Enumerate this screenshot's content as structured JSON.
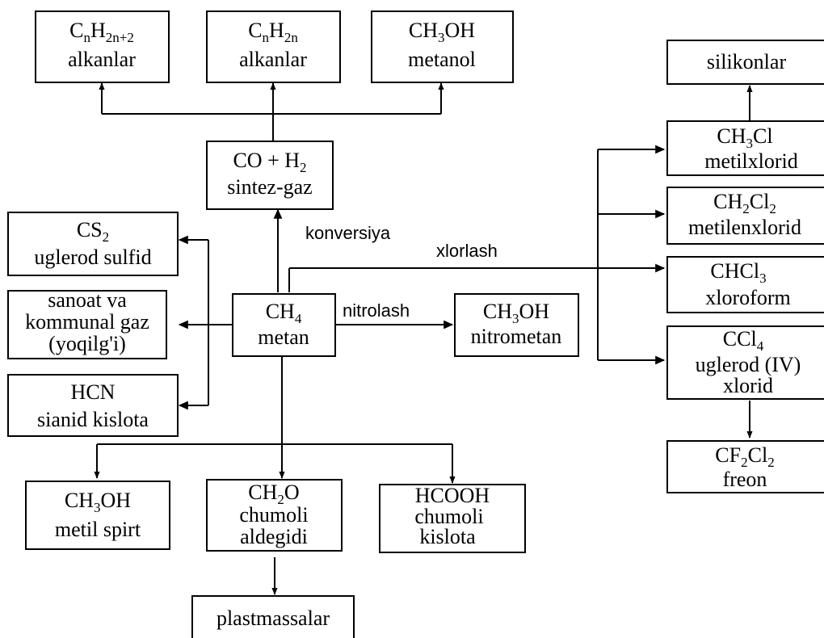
{
  "nodes": {
    "alkanes": {
      "formula": {
        "a": "C",
        "a_sub": "n",
        "b": "H",
        "b_sub": "2n+2"
      },
      "label": "alkanlar"
    },
    "alkenes": {
      "formula": {
        "a": "C",
        "a_sub": "n",
        "b": "H",
        "b_sub": "2n"
      },
      "label": "alkanlar"
    },
    "methanol_top": {
      "formula": {
        "a": "CH",
        "a_sub": "3",
        "b": "OH"
      },
      "label": "metanol"
    },
    "syngas": {
      "formula": {
        "a": "CO + H",
        "a_sub": "2"
      },
      "label": "sintez-gaz"
    },
    "cs2": {
      "formula": {
        "a": "CS",
        "a_sub": "2"
      },
      "label": "uglerod sulfid"
    },
    "fuel_gas": {
      "line1": "sanoat va",
      "line2": "kommunal gaz",
      "line3": "(yoqilg'i)"
    },
    "hcn": {
      "line1": "HCN",
      "line2": "sianid kislota"
    },
    "methane": {
      "formula": {
        "a": "CH",
        "a_sub": "4"
      },
      "label": "metan"
    },
    "nitromethane": {
      "formula": {
        "a": "CH",
        "a_sub": "3",
        "b": "OH"
      },
      "label": "nitrometan"
    },
    "methyl_alcohol": {
      "formula": {
        "a": "CH",
        "a_sub": "3",
        "b": "OH"
      },
      "label": "metil spirt"
    },
    "formaldehyde": {
      "formula": {
        "a": "CH",
        "a_sub": "2",
        "b": "O"
      },
      "label1": "chumoli",
      "label2": "aldegidi"
    },
    "formic_acid": {
      "line1": "HCOOH",
      "label1": "chumoli",
      "label2": "kislota"
    },
    "plastics": {
      "label": "plastmassalar"
    },
    "silicones": {
      "label": "silikonlar"
    },
    "ch3cl": {
      "formula": {
        "a": "CH",
        "a_sub": "3",
        "b": "Cl"
      },
      "label": "metilxlorid"
    },
    "ch2cl2": {
      "formula": {
        "a": "CH",
        "a_sub": "2",
        "b": "Cl",
        "b_sub": "2"
      },
      "label": "metilenxlorid"
    },
    "chcl3": {
      "formula": {
        "a": "CHCl",
        "a_sub": "3"
      },
      "label": "xloroform"
    },
    "ccl4": {
      "formula": {
        "a": "CCl",
        "a_sub": "4"
      },
      "label1": "uglerod (IV)",
      "label2": "xlorid"
    },
    "freon": {
      "formula": {
        "a": "CF",
        "a_sub": "2",
        "b": "Cl",
        "b_sub": "2"
      },
      "label": "freon"
    }
  },
  "edge_labels": {
    "conversion": "konversiya",
    "chlorination": "xlorlash",
    "nitration": "nitrolash"
  }
}
